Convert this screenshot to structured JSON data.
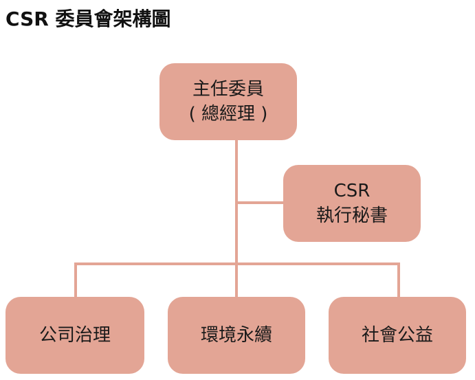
{
  "title": "CSR 委員會架構圖",
  "colors": {
    "node_fill": "#e3a595",
    "connector": "#e3a595",
    "title_text": "#111111"
  },
  "nodes": {
    "chair": {
      "line1": "主任委員",
      "line2": "( 總經理 )"
    },
    "secretary": {
      "line1": "CSR",
      "line2": "執行秘書"
    },
    "governance": {
      "label": "公司治理"
    },
    "environment": {
      "label": "環境永續"
    },
    "welfare": {
      "label": "社會公益"
    }
  }
}
